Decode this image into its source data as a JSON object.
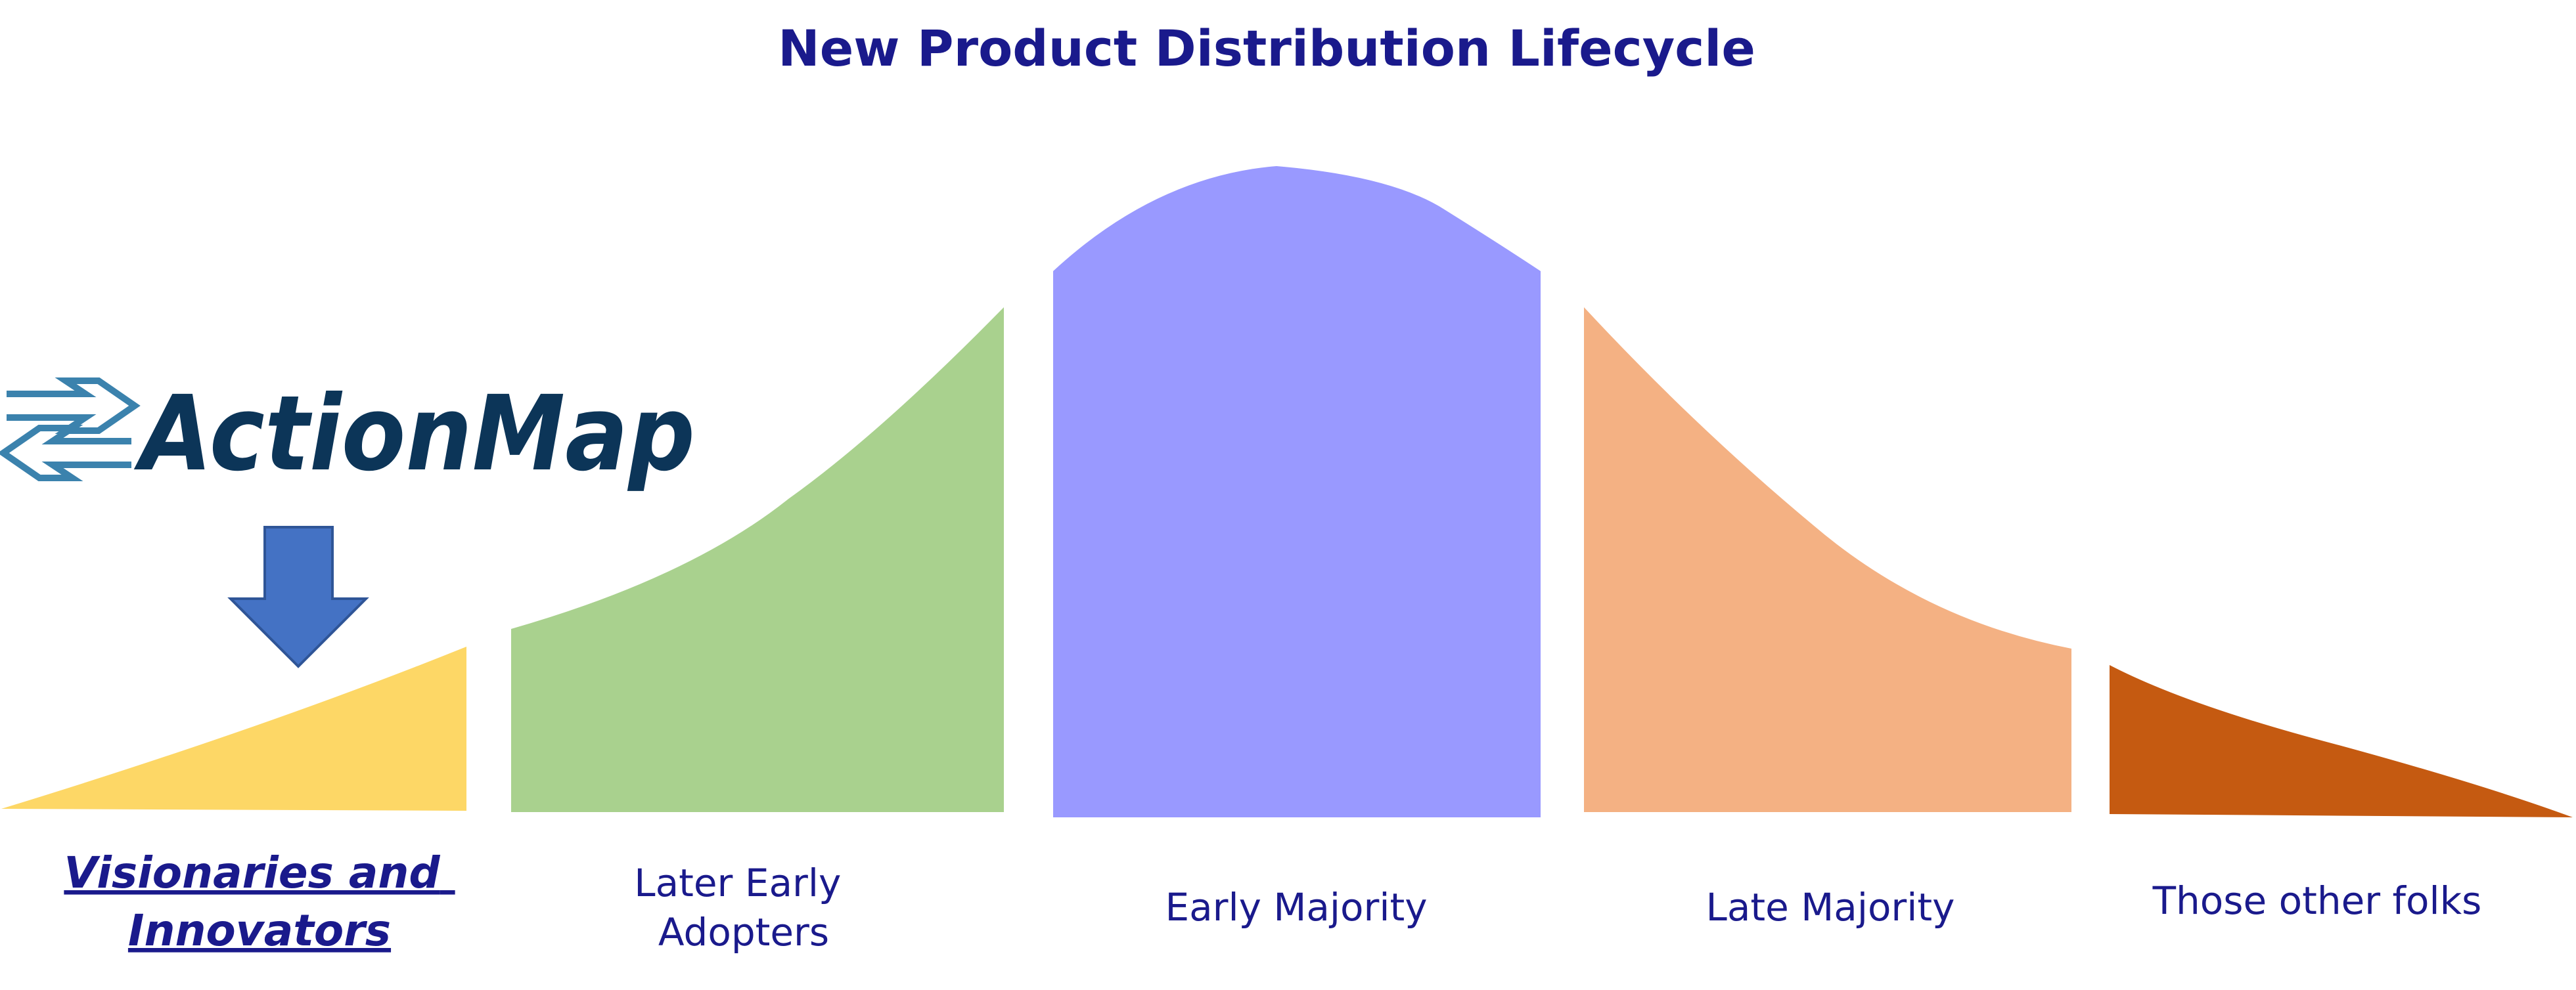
{
  "title": "New Product Distribution Lifecycle",
  "logo": {
    "text": "ActionMap",
    "icon": "double-arrow-exchange-icon",
    "text_color": "#0c3558",
    "icon_color": "#3b82ad"
  },
  "pointer_icon": "down-arrow-icon",
  "pointer_color": "#4472c4",
  "segments": [
    {
      "label_lines": [
        "Visionaries and",
        "Innovators"
      ],
      "color": "#fdd766",
      "highlighted": true
    },
    {
      "label_lines": [
        "Later Early",
        "Adopters"
      ],
      "color": "#a9d18e",
      "highlighted": false
    },
    {
      "label_lines": [
        "Early Majority"
      ],
      "color": "#9999ff",
      "highlighted": false
    },
    {
      "label_lines": [
        "Late Majority"
      ],
      "color": "#f4b183",
      "highlighted": false
    },
    {
      "label_lines": [
        "Those other folks"
      ],
      "color": "#c55a11",
      "highlighted": false
    }
  ]
}
